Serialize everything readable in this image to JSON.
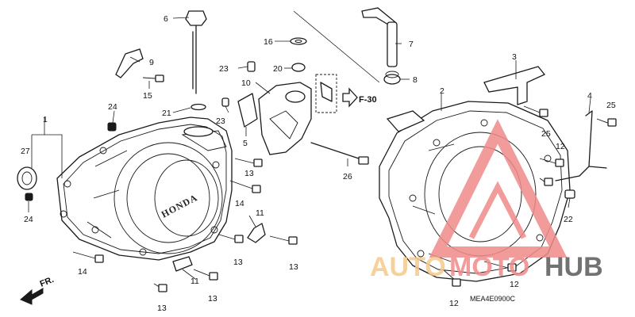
{
  "diagram": {
    "callouts": [
      {
        "id": "c1",
        "text": "1"
      },
      {
        "id": "c2",
        "text": "2"
      },
      {
        "id": "c3",
        "text": "3"
      },
      {
        "id": "c4",
        "text": "4"
      },
      {
        "id": "c5",
        "text": "5"
      },
      {
        "id": "c6",
        "text": "6"
      },
      {
        "id": "c7",
        "text": "7"
      },
      {
        "id": "c8",
        "text": "8"
      },
      {
        "id": "c9",
        "text": "9"
      },
      {
        "id": "c10",
        "text": "10"
      },
      {
        "id": "c11a",
        "text": "11"
      },
      {
        "id": "c11b",
        "text": "11"
      },
      {
        "id": "c12a",
        "text": "12"
      },
      {
        "id": "c12b",
        "text": "12"
      },
      {
        "id": "c12c",
        "text": "12"
      },
      {
        "id": "c13a",
        "text": "13"
      },
      {
        "id": "c13b",
        "text": "13"
      },
      {
        "id": "c13c",
        "text": "13"
      },
      {
        "id": "c13d",
        "text": "13"
      },
      {
        "id": "c13e",
        "text": "13"
      },
      {
        "id": "c14a",
        "text": "14"
      },
      {
        "id": "c14b",
        "text": "14"
      },
      {
        "id": "c15",
        "text": "15"
      },
      {
        "id": "c16",
        "text": "16"
      },
      {
        "id": "c20",
        "text": "20"
      },
      {
        "id": "c21",
        "text": "21"
      },
      {
        "id": "c22",
        "text": "22"
      },
      {
        "id": "c23a",
        "text": "23"
      },
      {
        "id": "c23b",
        "text": "23"
      },
      {
        "id": "c24a",
        "text": "24"
      },
      {
        "id": "c24b",
        "text": "24"
      },
      {
        "id": "c25a",
        "text": "25"
      },
      {
        "id": "c25b",
        "text": "25"
      },
      {
        "id": "c26",
        "text": "26"
      },
      {
        "id": "c27",
        "text": "27"
      }
    ],
    "reference": "F-30",
    "front_label": "FR.",
    "brand_mark": "HONDA",
    "diagram_code": "MEA4E0900C"
  },
  "watermark": {
    "part1": "AUTO",
    "part2": "MOTO",
    "part3": "HUB",
    "color_primary": "#f08a8a",
    "color_accent": "#f5c98a",
    "color_dark": "#5a5a5a"
  }
}
